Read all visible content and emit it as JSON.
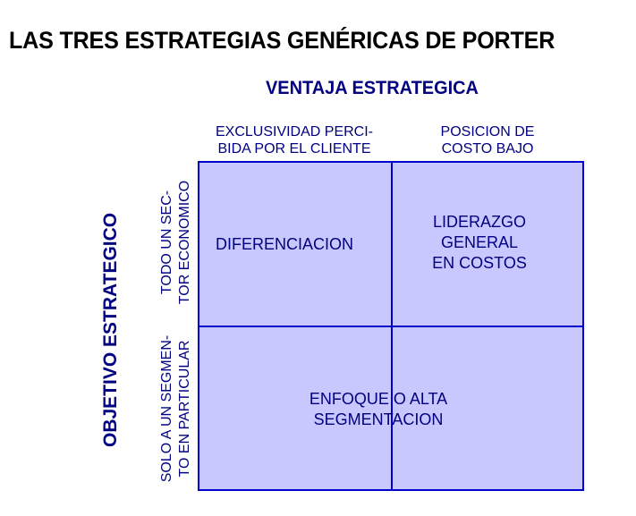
{
  "title": "LAS TRES ESTRATEGIAS GENÉRICAS DE PORTER",
  "x_axis": {
    "label": "VENTAJA ESTRATEGICA",
    "columns": [
      {
        "line1": "EXCLUSIVIDAD PERCI-",
        "line2": "BIDA POR EL CLIENTE"
      },
      {
        "line1": "POSICION DE",
        "line2": "COSTO BAJO"
      }
    ]
  },
  "y_axis": {
    "label": "OBJETIVO ESTRATEGICO",
    "rows": [
      {
        "line1": "TODO UN SEC-",
        "line2": "TOR ECONOMICO"
      },
      {
        "line1": "SOLO A UN SEGMEN-",
        "line2": "TO EN PARTICULAR"
      }
    ]
  },
  "cells": {
    "diferenciacion": {
      "line1": "DIFERENCIACION"
    },
    "liderazgo": {
      "line1": "LIDERAZGO",
      "line2": "GENERAL",
      "line3": "EN COSTOS"
    },
    "enfoque": {
      "line1": "ENFOQUE O ALTA",
      "line2": "SEGMENTACION"
    }
  },
  "colors": {
    "cell_fill": "#c8c8ff",
    "grid_line": "#0000cc",
    "text": "#000080"
  }
}
